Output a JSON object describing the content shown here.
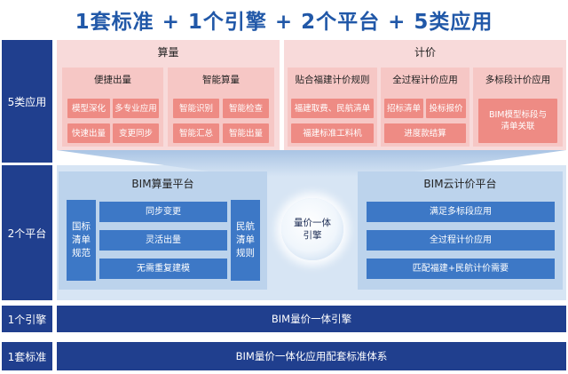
{
  "title": "1套标准 + 1个引擎 + 2个平台 + 5类应用",
  "rows": {
    "apps": "5类应用",
    "platforms": "2个平台",
    "engine": "1个引擎",
    "standard": "1套标准"
  },
  "apps": {
    "estimate": {
      "title": "算量",
      "groups": [
        {
          "title": "便捷出量",
          "items": [
            "模型深化",
            "多专业应用",
            "快速出量",
            "变更同步"
          ]
        },
        {
          "title": "智能算量",
          "items": [
            "智能识别",
            "智能检查",
            "智能汇总",
            "智能出量"
          ]
        }
      ]
    },
    "pricing": {
      "title": "计价",
      "groups": [
        {
          "title": "贴合福建计价规则",
          "items": [
            "福建取费、民航清单",
            "福建标准工料机"
          ]
        },
        {
          "title": "全过程计价应用",
          "items": [
            "招标清单",
            "投标报价",
            "进度款结算"
          ]
        },
        {
          "title": "多标段计价应用",
          "items": [
            "BIM模型标段与清单关联"
          ]
        }
      ]
    }
  },
  "platforms": {
    "left": {
      "title": "BIM算量平台",
      "side_left": "国标清单规范",
      "side_right": "民航清单规则",
      "items": [
        "同步变更",
        "灵活出量",
        "无需重复建模"
      ]
    },
    "right": {
      "title": "BIM云计价平台",
      "items": [
        "满足多标段应用",
        "全过程计价应用",
        "匹配福建+民航计价需要"
      ]
    }
  },
  "engine_circle": {
    "line1": "量价一体",
    "line2": "引擎"
  },
  "engine_bar": "BIM量价一体引擎",
  "standard_bar": "BIM量价一体化应用配套标准体系",
  "colors": {
    "title": "#2158a8",
    "navy": "#203f8e",
    "pink_light": "#f8dada",
    "pink_mid": "#f6c7c5",
    "pink_box": "#ee8b84",
    "blue_light": "#d7e5f4",
    "blue_mid": "#bcd3ec",
    "blue_box": "#3d78c6"
  }
}
